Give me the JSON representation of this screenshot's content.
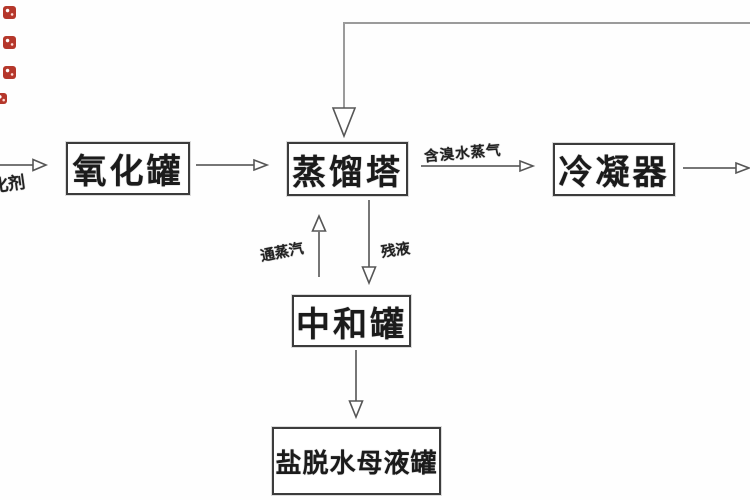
{
  "diagram": {
    "boxes": {
      "oxidation": {
        "label": "氧化罐"
      },
      "distillation": {
        "label": "蒸馏塔"
      },
      "condenser": {
        "label": "冷凝器"
      },
      "neutralization": {
        "label": "中和罐"
      },
      "mother_liquor": {
        "label": "盐脱水母液罐"
      }
    },
    "flow_labels": {
      "reagent": {
        "label": "化剂",
        "note": "cut off at left edge"
      },
      "vapor": {
        "label": "含溴水蒸气"
      },
      "steam": {
        "label": "通蒸汽"
      },
      "residue": {
        "label": "残液"
      }
    },
    "colors": {
      "background": "#fefefe",
      "box_border": "#3c3c3c",
      "line_gray": "#767676",
      "top_line_gray": "#9b9b9b",
      "text_color": "#1b1b1b",
      "artifact_red": "#b5372b"
    },
    "edge_mark_count": 4
  }
}
